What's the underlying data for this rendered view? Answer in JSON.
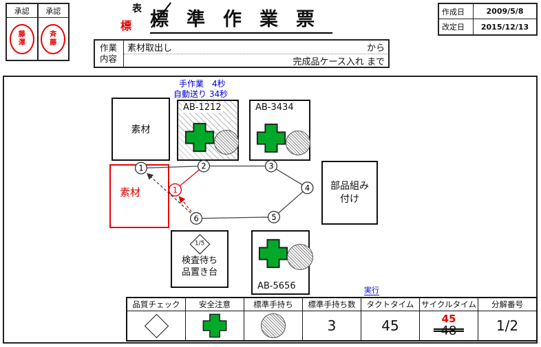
{
  "colors": {
    "accent_red": "#e80000",
    "accent_blue": "#0000dd",
    "safety_green": "#00aa28"
  },
  "approval": {
    "header": "承認",
    "stamps": [
      "藤澤",
      "斉藤"
    ]
  },
  "title": {
    "main": "標準作業票",
    "note_top": "表",
    "note_red": "標"
  },
  "dates": {
    "rows": [
      {
        "label": "作成日",
        "value": "2009/5/8"
      },
      {
        "label": "改定日",
        "value": "2015/12/13"
      }
    ]
  },
  "work_content": {
    "label": "作業内容",
    "from": "素材取出し",
    "from_suffix": "から",
    "to": "完成品ケース入れ  まで"
  },
  "process_notes": {
    "manual": "手作業　4秒",
    "auto": "自動送り 34秒",
    "exec": "実行"
  },
  "diagram": {
    "material_box": "素材",
    "material_box_red": "素材",
    "machine_1": "AB-1212",
    "machine_2": "AB-3434",
    "machine_3": "AB-5656",
    "assembly_line1": "部品組み",
    "assembly_line2": "付け",
    "inspection_diamond": "1/5",
    "inspection_line1": "検査待ち",
    "inspection_line2": "品置き台",
    "steps": [
      "1",
      "2",
      "3",
      "4",
      "5",
      "6"
    ],
    "red_step": "1"
  },
  "summary": {
    "col1_header": "品質チェック",
    "col2_header": "安全注意",
    "col3_header": "標準手持ち",
    "col4_header": "標準手持ち数",
    "col4_value": "3",
    "col5_header": "タクトタイム",
    "col5_value": "45",
    "col6_header": "サイクルタイム",
    "col6_old": "48",
    "col6_new": "45",
    "col7_header": "分解番号",
    "col7_value": "1/2"
  }
}
